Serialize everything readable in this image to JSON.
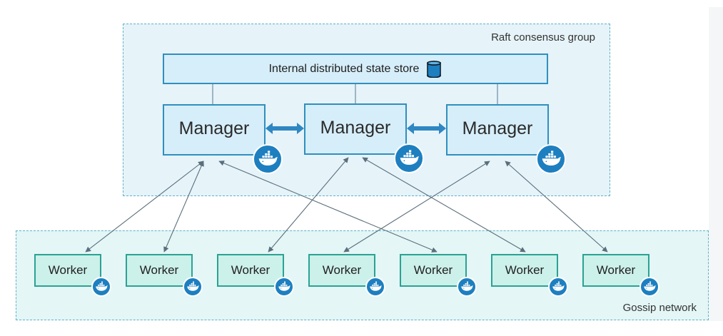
{
  "diagram": {
    "raft_group_label": "Raft consensus group",
    "gossip_group_label": "Gossip network",
    "state_store": {
      "label": "Internal distributed state store",
      "icon": "database-icon"
    },
    "managers": [
      {
        "label": "Manager",
        "icon": "docker-whale-icon"
      },
      {
        "label": "Manager",
        "icon": "docker-whale-icon"
      },
      {
        "label": "Manager",
        "icon": "docker-whale-icon"
      }
    ],
    "workers": [
      {
        "label": "Worker",
        "icon": "docker-whale-icon"
      },
      {
        "label": "Worker",
        "icon": "docker-whale-icon"
      },
      {
        "label": "Worker",
        "icon": "docker-whale-icon"
      },
      {
        "label": "Worker",
        "icon": "docker-whale-icon"
      },
      {
        "label": "Worker",
        "icon": "docker-whale-icon"
      },
      {
        "label": "Worker",
        "icon": "docker-whale-icon"
      },
      {
        "label": "Worker",
        "icon": "docker-whale-icon"
      }
    ],
    "manager_worker_links": [
      {
        "manager": 0,
        "worker": 0
      },
      {
        "manager": 0,
        "worker": 1
      },
      {
        "manager": 0,
        "worker": 4
      },
      {
        "manager": 1,
        "worker": 2
      },
      {
        "manager": 1,
        "worker": 5
      },
      {
        "manager": 2,
        "worker": 3
      },
      {
        "manager": 2,
        "worker": 6
      }
    ],
    "manager_manager_links": [
      {
        "from": 0,
        "to": 1
      },
      {
        "from": 1,
        "to": 2
      }
    ],
    "colors": {
      "raft_fill": "#e6f3f9",
      "gossip_fill": "#e4f6f6",
      "manager_fill": "#d6eef9",
      "manager_border": "#2f8fbf",
      "worker_fill": "#ccf0ea",
      "worker_border": "#2aa393",
      "docker_blue": "#1d7fc0",
      "link_arrow": "#5a6f7c",
      "peer_arrow": "#2f87c2"
    }
  }
}
